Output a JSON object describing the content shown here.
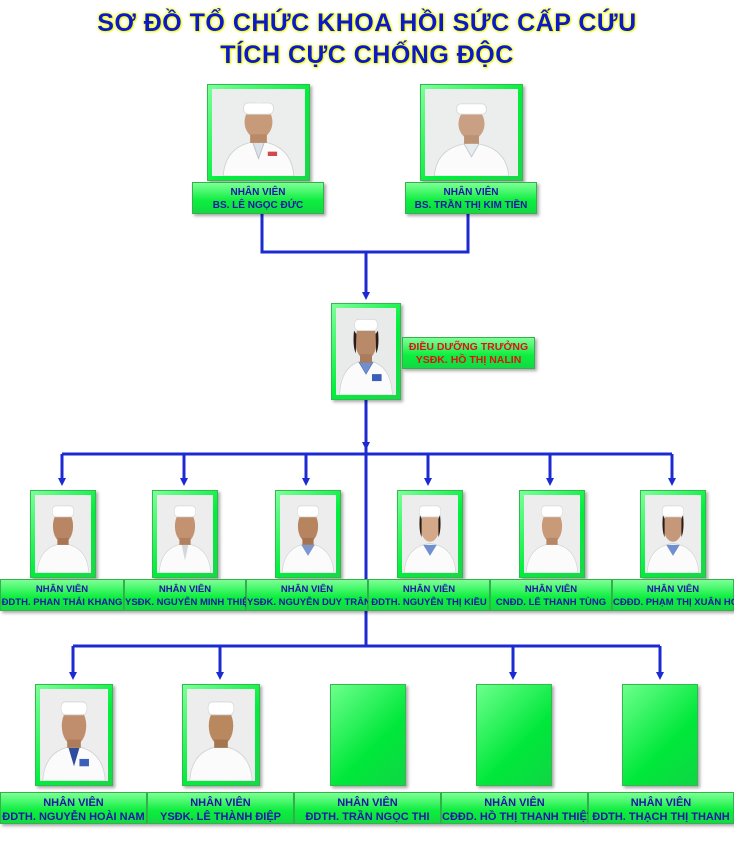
{
  "title": {
    "line1": "SƠ ĐỒ TỔ CHỨC KHOA HỒI SỨC CẤP CỨU",
    "line2": "TÍCH CỰC CHỐNG ĐỘC"
  },
  "colors": {
    "title": "#0d18c9",
    "title_glow": "#f2ff3a",
    "connector": "#1c2bd1",
    "box_green": "#00ef3c",
    "name_text": "#1d17a8",
    "head_text": "#e3101a"
  },
  "top_staff": [
    {
      "role": "NHÂN VIÊN",
      "name": "BS. LÊ NGỌC ĐỨC"
    },
    {
      "role": "NHÂN VIÊN",
      "name": "BS. TRẦN THỊ KIM TIỀN"
    }
  ],
  "head_nurse": {
    "role": "ĐIỀU DƯỠNG TRƯỞNG",
    "name": "YSĐK. HỒ THỊ NALIN"
  },
  "row1": [
    {
      "role": "NHÂN VIÊN",
      "name": "ĐDTH. PHAN THÁI KHANG"
    },
    {
      "role": "NHÂN VIÊN",
      "name": "YSĐK. NGUYỄN MINH THIỆN"
    },
    {
      "role": "NHÂN VIÊN",
      "name": "YSĐK. NGUYỄN DUY TRÂN"
    },
    {
      "role": "NHÂN VIÊN",
      "name": "ĐDTH. NGUYỄN THỊ KIỀU"
    },
    {
      "role": "NHÂN VIÊN",
      "name": "CNĐD. LÊ THANH TÙNG"
    },
    {
      "role": "NHÂN VIÊN",
      "name": "CĐĐD. PHẠM THỊ XUÂN HOA"
    }
  ],
  "row2": [
    {
      "role": "NHÂN VIÊN",
      "name": "ĐDTH. NGUYỄN HOÀI NAM"
    },
    {
      "role": "NHÂN VIÊN",
      "name": "YSĐK. LÊ THÀNH ĐIỆP"
    },
    {
      "role": "NHÂN VIÊN",
      "name": "ĐDTH. TRẦN NGỌC THI"
    },
    {
      "role": "NHÂN VIÊN",
      "name": "CĐĐD. HỒ THỊ THANH THIỆT"
    },
    {
      "role": "NHÂN VIÊN",
      "name": "ĐDTH. THẠCH THỊ THANH"
    }
  ]
}
